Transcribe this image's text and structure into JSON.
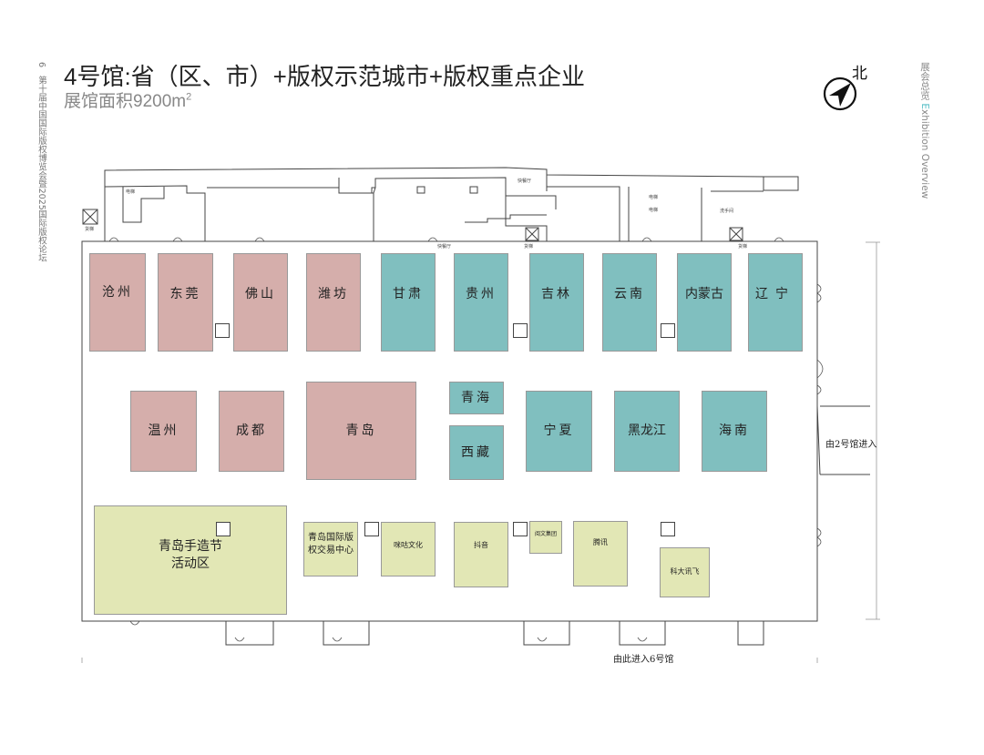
{
  "header": {
    "title": "4号馆:省（区、市）+版权示范城市+版权重点企业",
    "area_text": "展馆面积9200m",
    "area_sup": "2",
    "north_label": "北"
  },
  "side": {
    "page_number": "6",
    "publication": "第十届中国国际版权博览会暨2025国际版权论坛",
    "section_cn": "展会总览",
    "section_en_first": "E",
    "section_en_rest": "xhibition Overview"
  },
  "facilities": {
    "elevator": "电梯",
    "freight_elevator": "货梯",
    "restaurant": "快餐厅",
    "restroom": "洗手间"
  },
  "booths": {
    "row1": [
      "沧州",
      "东莞",
      "佛山",
      "潍坊",
      "甘肃",
      "贵州",
      "吉林",
      "云南",
      "内蒙古",
      "辽宁"
    ],
    "row2": [
      "温州",
      "成都",
      "青岛",
      "青海",
      "西藏",
      "宁夏",
      "黑龙江",
      "海南"
    ],
    "row3": [
      "青岛手造节活动区",
      "青岛国际版权交易中心",
      "咪咕文化",
      "抖音",
      "阅文集团",
      "腾讯",
      "科大讯飞"
    ]
  },
  "entrances": {
    "from_hall2": "由2号馆进入",
    "to_hall6": "由此进入6号馆"
  },
  "colors": {
    "city": "#d5aeab",
    "province": "#80bfbf",
    "enterprise": "#e2e7b5",
    "accent": "#5bc0c8"
  }
}
